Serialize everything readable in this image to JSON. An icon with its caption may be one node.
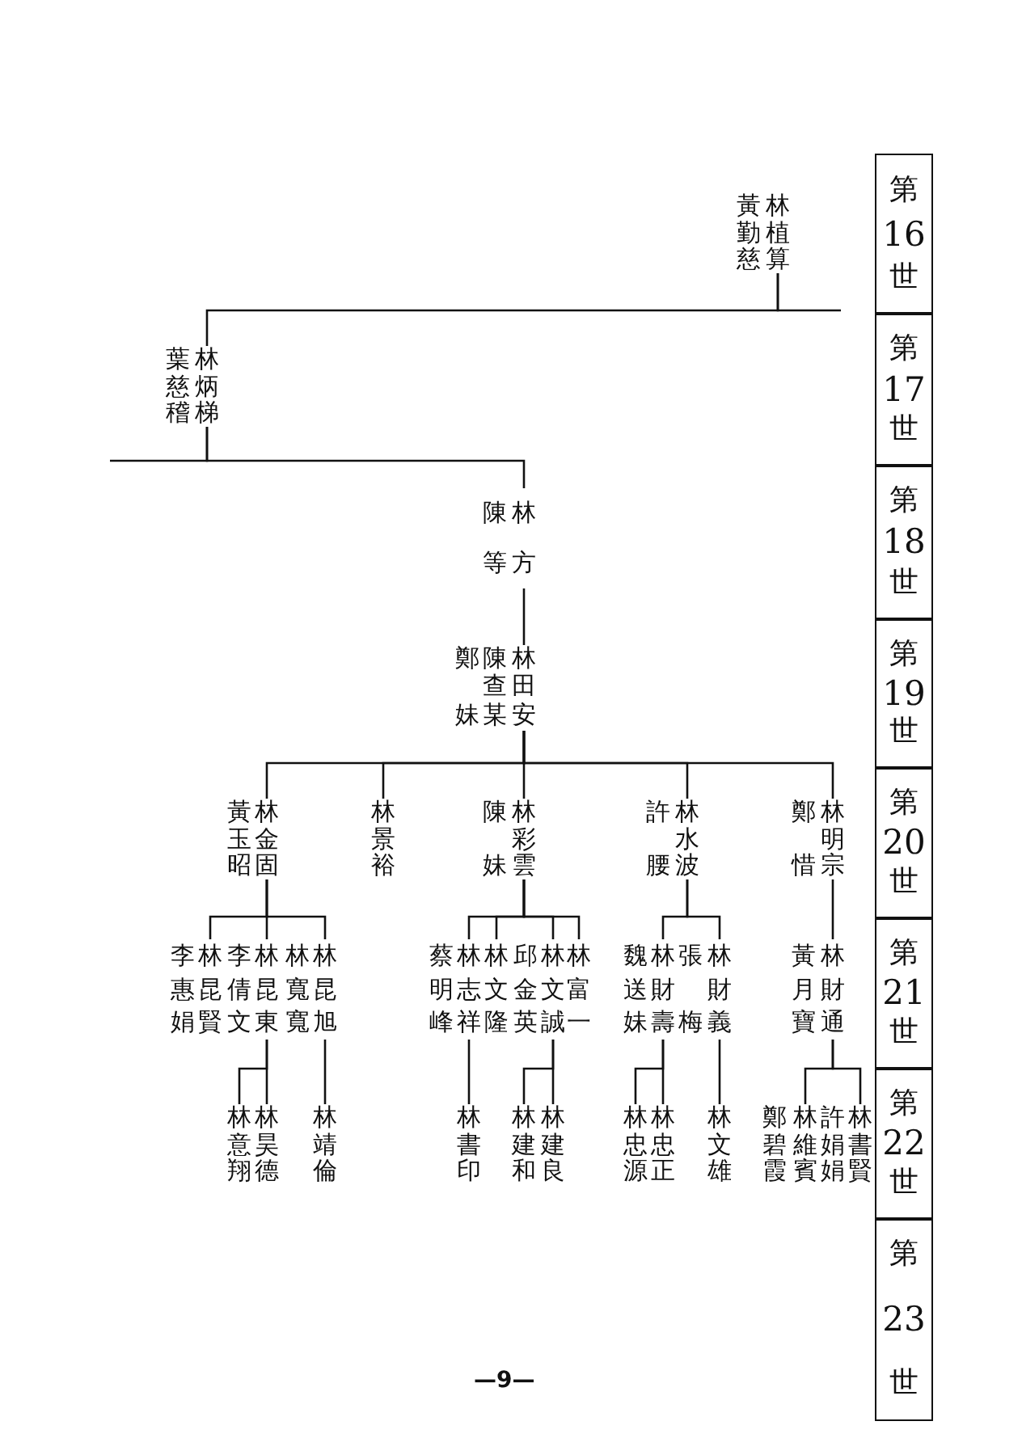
{
  "diagram": {
    "nodes": [
      {
        "text": [
          "林植算"
        ],
        "beside": [
          "黃勤慈"
        ]
      },
      {
        "text": [
          "林炳梯"
        ],
        "beside": [
          "葉慈稽"
        ]
      },
      {
        "text": [
          "林方"
        ],
        "beside": [
          "陳等"
        ]
      },
      {
        "text": [
          "林田安"
        ],
        "beside": [
          "陳查某",
          "鄭妹"
        ]
      },
      {
        "text": [
          "林金固"
        ],
        "beside": [
          "黃玉昭"
        ]
      },
      {
        "text": [
          "林景裕"
        ]
      },
      {
        "text": [
          "林彩雲"
        ],
        "beside": [
          "陳妹"
        ]
      },
      {
        "text": [
          "林水波"
        ],
        "beside": [
          "許腰"
        ]
      },
      {
        "text": [
          "林明宗"
        ],
        "beside": [
          "鄭惜"
        ]
      },
      {
        "text": [
          "林昆賢"
        ],
        "beside": [
          "李惠娟"
        ]
      },
      {
        "text": [
          "林昆東"
        ],
        "beside": [
          "李倩文"
        ]
      },
      {
        "text": [
          "林昆旭"
        ],
        "beside": [
          "林寬寬"
        ]
      },
      {
        "text": [
          "林志祥"
        ],
        "beside": [
          "蔡明峰"
        ]
      },
      {
        "text": [
          "林文隆"
        ]
      },
      {
        "text": [
          "林文誠"
        ],
        "beside": [
          "邱金英"
        ]
      },
      {
        "text": [
          "林富一"
        ]
      },
      {
        "text": [
          "林財壽"
        ],
        "beside": [
          "魏送妹"
        ]
      },
      {
        "text": [
          "林財義"
        ],
        "beside": [
          "張梅"
        ]
      },
      {
        "text": [
          "林財通"
        ],
        "beside": [
          "黃月寶"
        ]
      },
      {
        "text": [
          "林意翔"
        ]
      },
      {
        "text": [
          "林昊德"
        ]
      },
      {
        "text": [
          "林靖倫"
        ]
      },
      {
        "text": [
          "林書印"
        ]
      },
      {
        "text": [
          "林建和"
        ]
      },
      {
        "text": [
          "林建良"
        ]
      },
      {
        "text": [
          "林忠源"
        ]
      },
      {
        "text": [
          "林忠正"
        ]
      },
      {
        "text": [
          "林文雄"
        ]
      },
      {
        "text": [
          "林維賓"
        ],
        "beside": [
          "鄭碧霞"
        ]
      },
      {
        "text": [
          "林書賢"
        ],
        "beside": [
          "許娟娟"
        ]
      }
    ],
    "edges": [
      {
        "from": 0,
        "to": 1,
        "arrow": "none"
      },
      {
        "from": 0,
        "to": null,
        "arrow": "none"
      },
      {
        "from": 1,
        "to": 2,
        "arrow": "none"
      },
      {
        "from": 1,
        "to": null,
        "arrow": "none"
      },
      {
        "from": 2,
        "to": 3,
        "arrow": "none"
      },
      {
        "from": 3,
        "to": 4,
        "arrow": "none"
      },
      {
        "from": 3,
        "to": 5,
        "arrow": "none"
      },
      {
        "from": 3,
        "to": 6,
        "arrow": "none"
      },
      {
        "from": 3,
        "to": 7,
        "arrow": "none"
      },
      {
        "from": 3,
        "to": 8,
        "arrow": "none"
      },
      {
        "from": 4,
        "to": 9,
        "arrow": "none"
      },
      {
        "from": 4,
        "to": 10,
        "arrow": "none"
      },
      {
        "from": 4,
        "to": 11,
        "arrow": "none"
      },
      {
        "from": 6,
        "to": 12,
        "arrow": "none"
      },
      {
        "from": 6,
        "to": 13,
        "arrow": "none"
      },
      {
        "from": 6,
        "to": 14,
        "arrow": "none"
      },
      {
        "from": 6,
        "to": 15,
        "arrow": "none"
      },
      {
        "from": 7,
        "to": 16,
        "arrow": "none"
      },
      {
        "from": 7,
        "to": 17,
        "arrow": "none"
      },
      {
        "from": 8,
        "to": 18,
        "arrow": "none"
      },
      {
        "from": 10,
        "to": 19,
        "arrow": "none"
      },
      {
        "from": 10,
        "to": 20,
        "arrow": "none"
      },
      {
        "from": 11,
        "to": 21,
        "arrow": "none"
      },
      {
        "from": 12,
        "to": 22,
        "arrow": "none"
      },
      {
        "from": 14,
        "to": 23,
        "arrow": "none"
      },
      {
        "from": 14,
        "to": 24,
        "arrow": "none"
      },
      {
        "from": 16,
        "to": 25,
        "arrow": "none"
      },
      {
        "from": 16,
        "to": 26,
        "arrow": "none"
      },
      {
        "from": 17,
        "to": 27,
        "arrow": "none"
      },
      {
        "from": 18,
        "to": 28,
        "arrow": "none"
      },
      {
        "from": 18,
        "to": 29,
        "arrow": "none"
      }
    ],
    "labels": [
      "第16世",
      "第17世",
      "第18世",
      "第19世",
      "第20世",
      "第21世",
      "第22世",
      "第23世",
      "—9—"
    ]
  }
}
